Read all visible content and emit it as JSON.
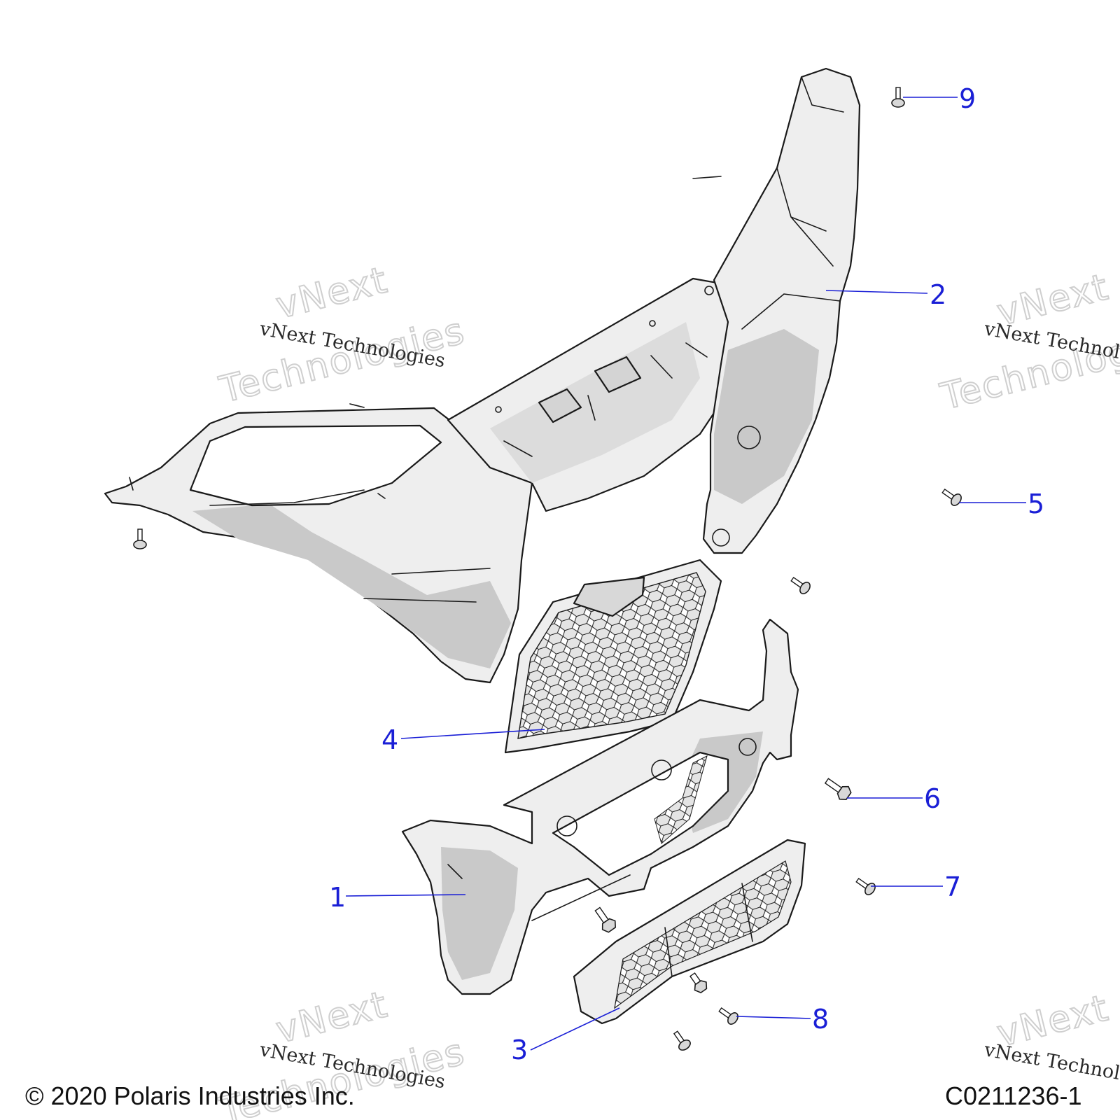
{
  "callouts": [
    {
      "id": "1",
      "label": "1"
    },
    {
      "id": "2",
      "label": "2"
    },
    {
      "id": "3",
      "label": "3"
    },
    {
      "id": "4",
      "label": "4"
    },
    {
      "id": "5",
      "label": "5"
    },
    {
      "id": "6",
      "label": "6"
    },
    {
      "id": "7",
      "label": "7"
    },
    {
      "id": "8",
      "label": "8"
    },
    {
      "id": "9",
      "label": "9"
    }
  ],
  "watermark": {
    "small_text": "vNext Technologies",
    "big_line1": "vNext",
    "big_line2": "Technologies"
  },
  "footer": {
    "copyright": "© 2020 Polaris Industries Inc.",
    "figure_code": "C0211236-1"
  },
  "colors": {
    "callout": "#1a1fd6",
    "part_fill": "#eeeeee",
    "part_shade": "#c9c9c9",
    "line": "#1a1a1a"
  }
}
